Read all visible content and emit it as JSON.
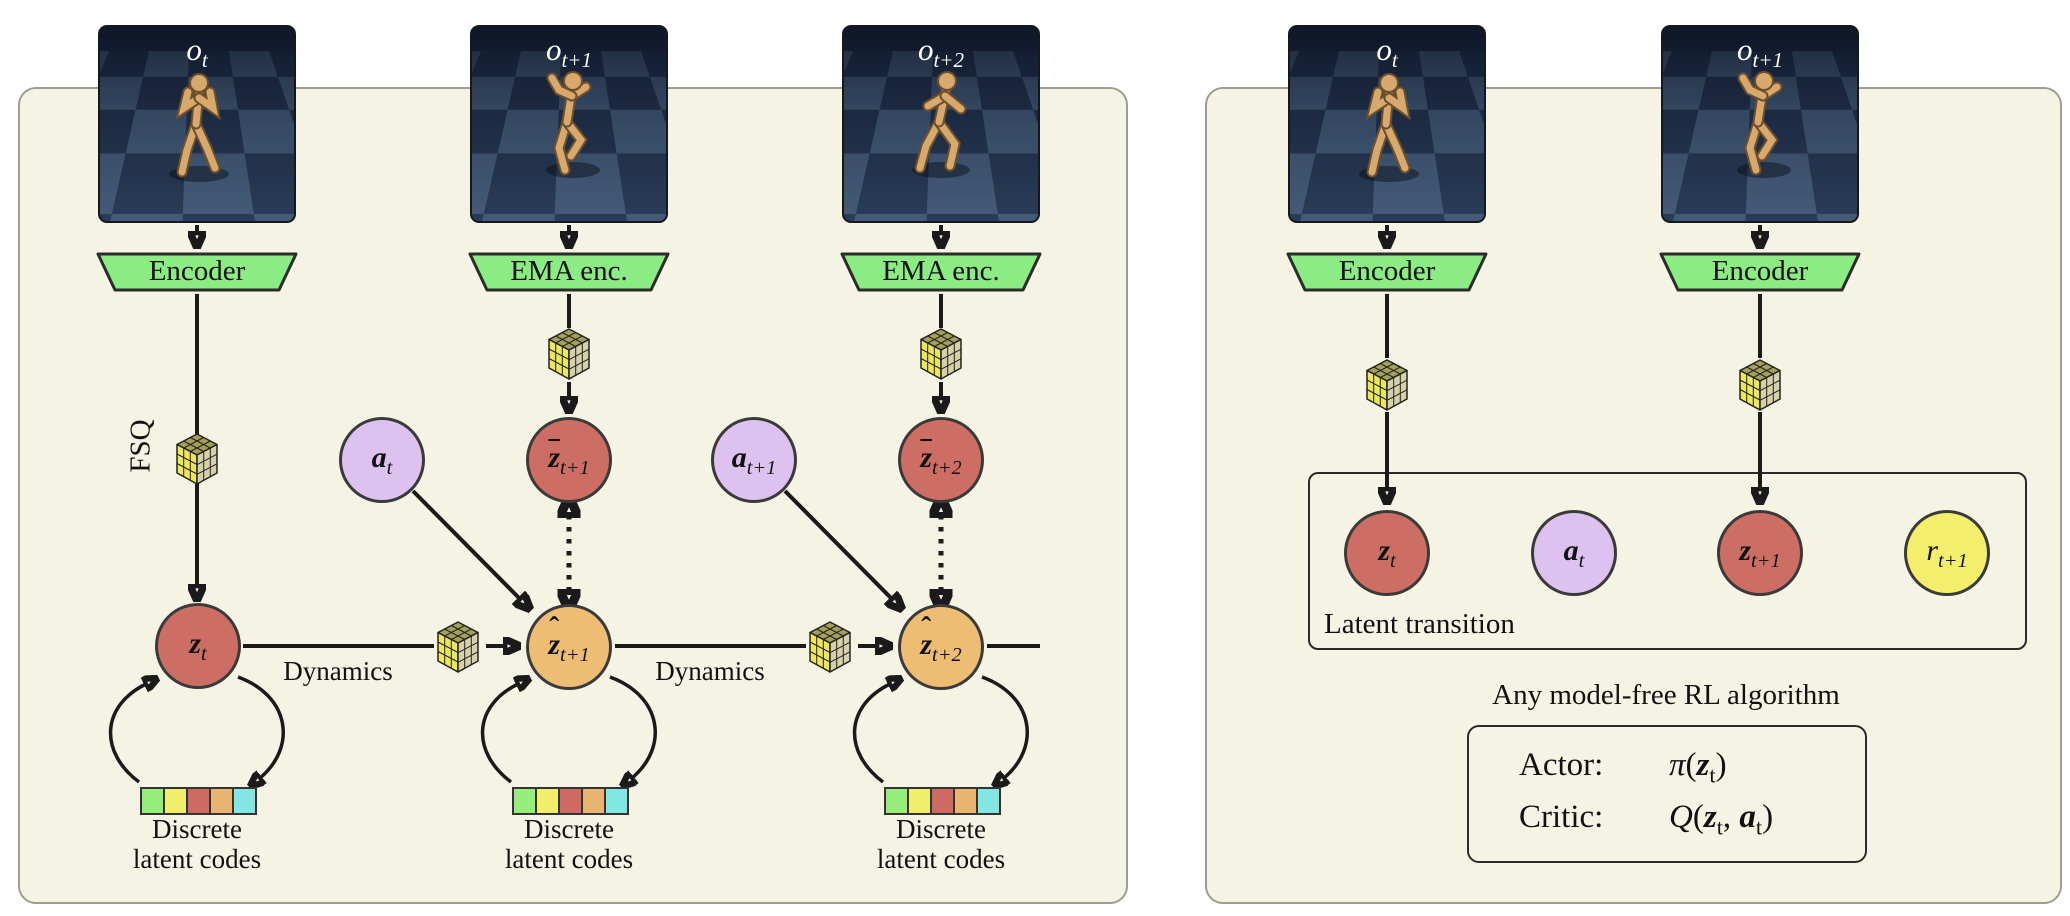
{
  "colors": {
    "panel_bg": "#f4f3e4",
    "panel_border": "#9e9d91",
    "encoder_green": "#8cec84",
    "node_red": "#cd6e64",
    "node_orange": "#eebd74",
    "node_purple": "#ddc1ef",
    "node_yellow": "#f3ef6d",
    "arrow": "#1a1a1a"
  },
  "icons": {
    "cube": "quantized-latent-cube-icon"
  },
  "left_panel": {
    "observations": [
      {
        "label": {
          "base": "o",
          "sub": "t",
          "bold": false
        }
      },
      {
        "label": {
          "base": "o",
          "sub": "t+1",
          "bold": false
        }
      },
      {
        "label": {
          "base": "o",
          "sub": "t+2",
          "bold": false
        }
      }
    ],
    "encoders": [
      "Encoder",
      "EMA enc.",
      "EMA enc."
    ],
    "fsq_label": "FSQ",
    "dynamics_labels": [
      "Dynamics",
      "Dynamics"
    ],
    "nodes": {
      "z_t": {
        "base": "z",
        "sub": "t",
        "bold": true,
        "accent": "",
        "color": "#cd6e64"
      },
      "a_t": {
        "base": "a",
        "sub": "t",
        "bold": true,
        "accent": "",
        "color": "#ddc1ef"
      },
      "a_t1": {
        "base": "a",
        "sub": "t+1",
        "bold": true,
        "accent": "",
        "color": "#ddc1ef"
      },
      "zbar_t1": {
        "base": "z",
        "sub": "t+1",
        "bold": true,
        "accent": "bar",
        "color": "#cd6e64"
      },
      "zhat_t1": {
        "base": "z",
        "sub": "t+1",
        "bold": true,
        "accent": "hat",
        "color": "#eebd74"
      },
      "zbar_t2": {
        "base": "z",
        "sub": "t+2",
        "bold": true,
        "accent": "bar",
        "color": "#cd6e64"
      },
      "zhat_t2": {
        "base": "z",
        "sub": "t+2",
        "bold": true,
        "accent": "hat",
        "color": "#eebd74"
      }
    },
    "discrete_codes": {
      "caption": [
        "Discrete",
        "latent codes"
      ],
      "cell_colors": [
        "#97ed7a",
        "#f1ee6c",
        "#cd6b63",
        "#e8b570",
        "#82e6e2"
      ]
    }
  },
  "right_panel": {
    "observations": [
      {
        "label": {
          "base": "o",
          "sub": "t",
          "bold": false
        }
      },
      {
        "label": {
          "base": "o",
          "sub": "t+1",
          "bold": false
        }
      }
    ],
    "encoders": [
      "Encoder",
      "Encoder"
    ],
    "latent_transition_label": "Latent transition",
    "nodes": {
      "z_t": {
        "base": "z",
        "sub": "t",
        "bold": true,
        "accent": "",
        "color": "#cd6e64"
      },
      "a_t": {
        "base": "a",
        "sub": "t",
        "bold": true,
        "accent": "",
        "color": "#ddc1ef"
      },
      "z_t1": {
        "base": "z",
        "sub": "t+1",
        "bold": true,
        "accent": "",
        "color": "#cd6e64"
      },
      "r_t1": {
        "base": "r",
        "sub": "t+1",
        "bold": false,
        "accent": "",
        "color": "#f3ef6d"
      }
    },
    "rl_caption": "Any model-free RL algorithm",
    "actor": {
      "label": "Actor:",
      "fn": "π",
      "args": [
        {
          "base": "z",
          "sub": "t",
          "bold": true
        }
      ]
    },
    "critic": {
      "label": "Critic:",
      "fn": "Q",
      "args": [
        {
          "base": "z",
          "sub": "t",
          "bold": true
        },
        {
          "base": "a",
          "sub": "t",
          "bold": true
        }
      ]
    }
  }
}
